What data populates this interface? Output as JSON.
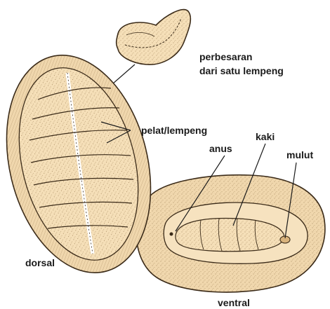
{
  "labels": {
    "enlargement_line1": "perbesaran",
    "enlargement_line2": "dari satu lempeng",
    "plates": "pelat/lempeng",
    "anus": "anus",
    "foot": "kaki",
    "mouth": "mulut",
    "dorsal": "dorsal",
    "ventral": "ventral"
  },
  "colors": {
    "shell_fill": "#f5dfb8",
    "shell_shade": "#e8c995",
    "girdle_fill": "#f0d7ad",
    "foot_fill": "#f6e2bf",
    "ink": "#3a2a18",
    "label": "#1a1a1a"
  }
}
